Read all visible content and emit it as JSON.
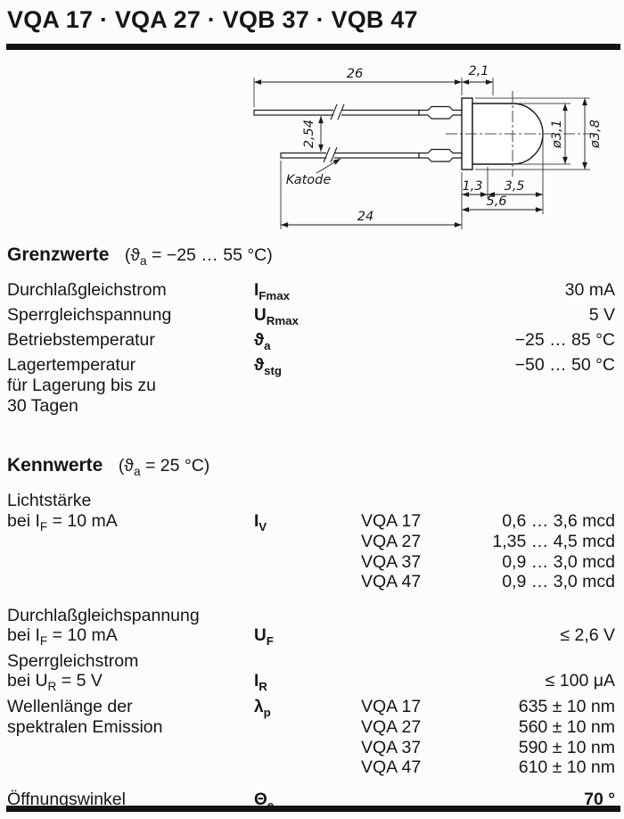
{
  "title": "VQA 17 · VQA 27 · VQB 37 · VQB 47",
  "drawing": {
    "dims": {
      "lead_top_length": "26",
      "flange_width": "2,1",
      "lead_pitch": "2,54",
      "cathode_label": "Katode",
      "lead_bottom_length": "24",
      "flange_thickness": "1,3",
      "body_length": "3,5",
      "body_total_length": "5,6",
      "dome_diameter": "ø3,1",
      "flange_diameter": "ø3,8"
    }
  },
  "grenzwerte": {
    "heading": "Grenzwerte",
    "condition": {
      "pre": "(ϑ",
      "sub": "a",
      "post": " = −25 … 55 °C)"
    },
    "rows": [
      {
        "name": "Durchlaßgleichstrom",
        "symbol": {
          "base": "I",
          "sub": "Fmax"
        },
        "value": "30 mA"
      },
      {
        "name": "Sperrgleichspannung",
        "symbol": {
          "base": "U",
          "sub": "Rmax"
        },
        "value": "5 V"
      },
      {
        "name": "Betriebstemperatur",
        "symbol": {
          "base": "ϑ",
          "sub": "a"
        },
        "value": "−25 … 85 °C"
      },
      {
        "name_line1": "Lagertemperatur",
        "name_line2": "für Lagerung bis zu",
        "name_line3": "30 Tagen",
        "symbol": {
          "base": "ϑ",
          "sub": "stg"
        },
        "value": "−50 … 50 °C"
      }
    ]
  },
  "kennwerte": {
    "heading": "Kennwerte",
    "condition": {
      "pre": "(ϑ",
      "sub": "a",
      "post": " = 25 °C)"
    },
    "lichtstaerke": {
      "name_line1": "Lichtstärke",
      "name_line2": {
        "pre": "bei I",
        "sub": "F",
        "post": " = 10 mA"
      },
      "symbol": {
        "base": "I",
        "sub": "V"
      },
      "values": [
        {
          "type": "VQA 17",
          "value": "0,6 … 3,6 mcd"
        },
        {
          "type": "VQA 27",
          "value": "1,35 … 4,5 mcd"
        },
        {
          "type": "VQA 37",
          "value": "0,9 … 3,0 mcd"
        },
        {
          "type": "VQA 47",
          "value": "0,9 … 3,0 mcd"
        }
      ]
    },
    "durchlassspannung": {
      "name_line1": "Durchlaßgleichspannung",
      "name_line2": {
        "pre": "bei I",
        "sub": "F",
        "post": " = 10 mA"
      },
      "symbol": {
        "base": "U",
        "sub": "F"
      },
      "value": "≤ 2,6 V"
    },
    "sperrstrom": {
      "name_line1": "Sperrgleichstrom",
      "name_line2": {
        "pre": "bei U",
        "sub": "R",
        "post": " = 5 V"
      },
      "symbol": {
        "base": "I",
        "sub": "R"
      },
      "value": "≤ 100 μA"
    },
    "wellenlaenge": {
      "name_line1": "Wellenlänge der",
      "name_line2": "spektralen Emission",
      "symbol": {
        "base": "λ",
        "sub": "p"
      },
      "values": [
        {
          "type": "VQA 17",
          "value": "635 ± 10 nm"
        },
        {
          "type": "VQA 27",
          "value": "560 ± 10 nm"
        },
        {
          "type": "VQA 37",
          "value": "590 ± 10 nm"
        },
        {
          "type": "VQA 47",
          "value": "610 ± 10 nm"
        }
      ]
    },
    "oeffnungswinkel": {
      "name": "Öffnungswinkel",
      "symbol": {
        "base": "Θ",
        "sub": "e"
      },
      "value": "70 °"
    }
  }
}
